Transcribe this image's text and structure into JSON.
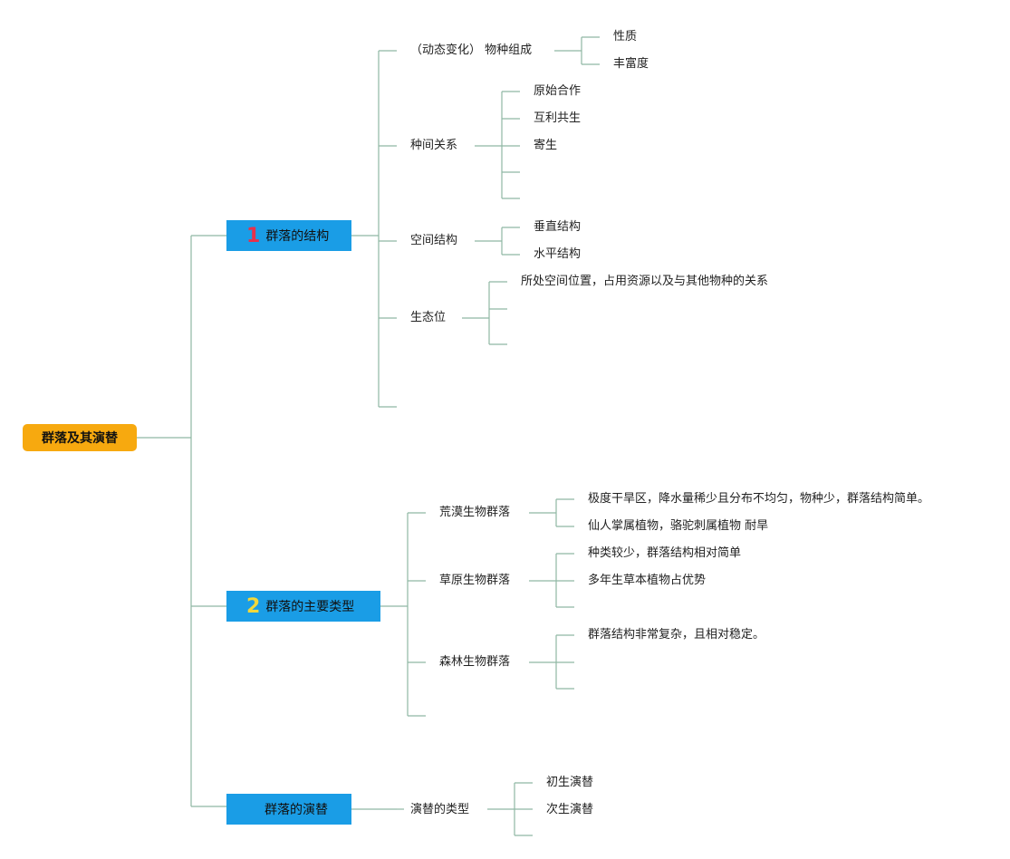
{
  "root": {
    "label": "群落及其演替"
  },
  "colors": {
    "line": "#8fb8a4",
    "root_bg": "#f7a90f",
    "box_bg": "#1a9de6",
    "badge1": "#e8314a",
    "badge2": "#f2d83a"
  },
  "section1": {
    "number": "1",
    "title": "群落的结构",
    "composition": {
      "label": "（动态变化）  物种组成",
      "children": [
        "性质",
        "丰富度"
      ]
    },
    "interspecies": {
      "label": "种间关系",
      "children": [
        "原始合作",
        "互利共生",
        "寄生",
        "",
        ""
      ]
    },
    "spatial": {
      "label": "空间结构",
      "children": [
        "垂直结构",
        "水平结构"
      ]
    },
    "niche": {
      "label": "生态位",
      "children": [
        "所处空间位置，占用资源以及与其他物种的关系",
        "",
        ""
      ]
    }
  },
  "section2": {
    "number": "2",
    "title": "群落的主要类型",
    "desert": {
      "label": "荒漠生物群落",
      "children": [
        "极度干旱区，降水量稀少且分布不均匀，物种少，群落结构简单。",
        "仙人掌属植物，骆驼刺属植物 耐旱"
      ]
    },
    "grassland": {
      "label": "草原生物群落",
      "children": [
        "种类较少，群落结构相对简单",
        "多年生草本植物占优势",
        ""
      ]
    },
    "forest": {
      "label": "森林生物群落",
      "children": [
        "群落结构非常复杂，且相对稳定。",
        "",
        ""
      ]
    }
  },
  "section3": {
    "title": "群落的演替",
    "types": {
      "label": "演替的类型",
      "children": [
        "初生演替",
        "次生演替",
        ""
      ]
    }
  }
}
